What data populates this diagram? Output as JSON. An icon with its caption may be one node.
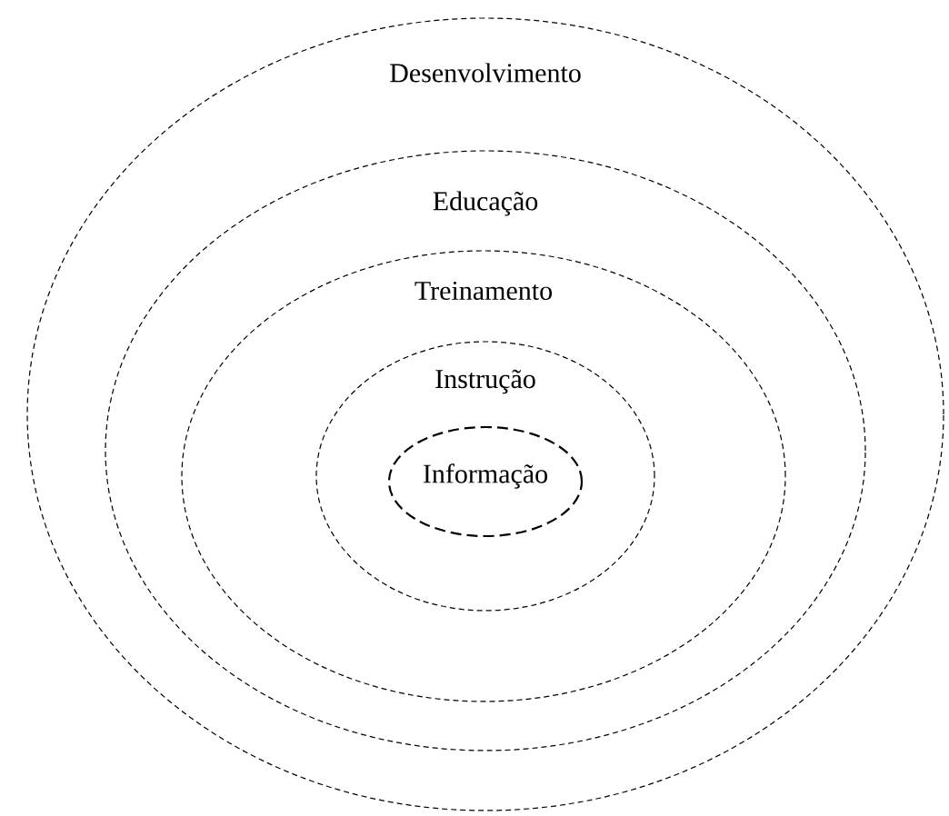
{
  "diagram": {
    "nodes": [
      {
        "text": [
          "Desenvolvimento"
        ]
      },
      {
        "text": [
          "Educação"
        ],
        "in": 0
      },
      {
        "text": [
          "Treinamento"
        ],
        "in": 1
      },
      {
        "text": [
          "Instrução"
        ],
        "in": 2
      },
      {
        "text": [
          "Informação"
        ],
        "in": 3
      }
    ]
  }
}
